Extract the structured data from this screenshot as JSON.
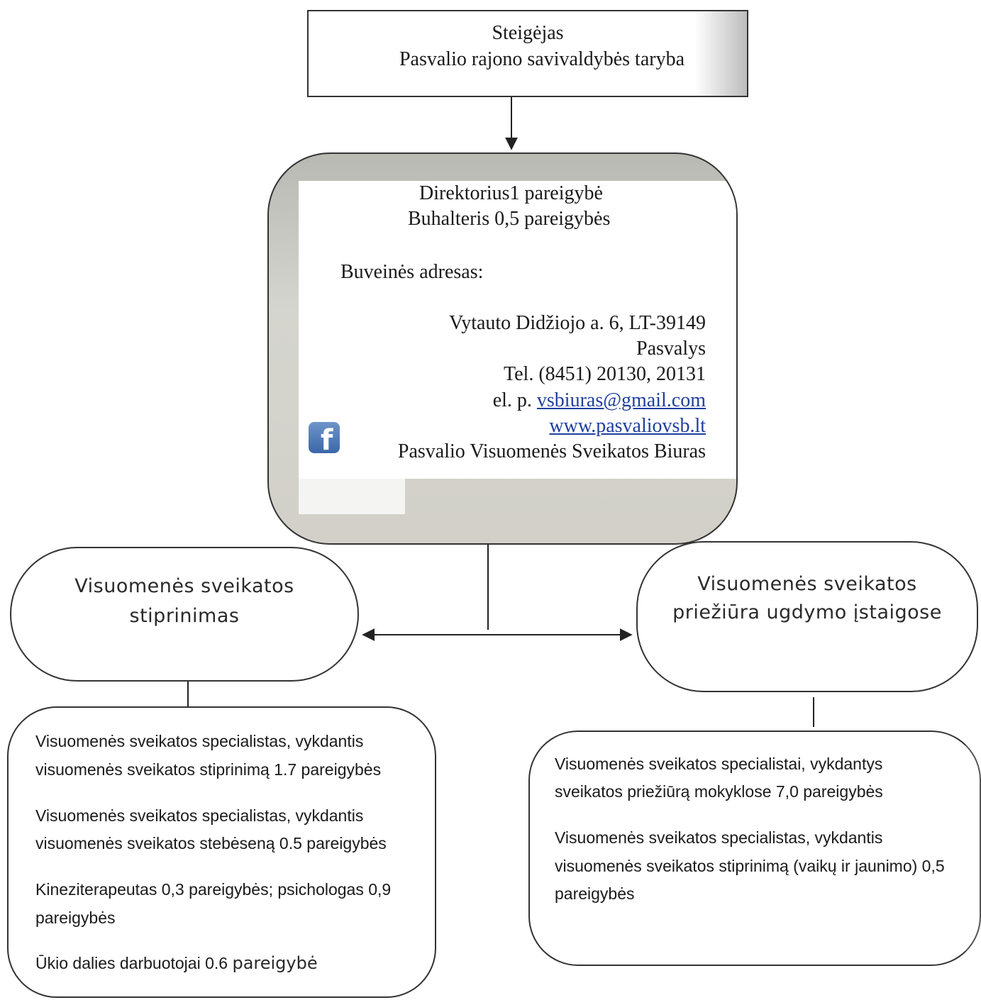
{
  "founder": {
    "title": "Steigėjas",
    "name": "Pasvalio rajono savivaldybės taryba"
  },
  "director_box": {
    "line1": "Direktorius1 pareigybė",
    "line2": "Buhalteris 0,5 pareigybės",
    "address_label": "Buveinės adresas:",
    "street": "Vytauto Didžiojo a. 6, LT-39149",
    "city": "Pasvalys",
    "phone": "Tel. (8451) 20130, 20131",
    "email_prefix": "el. p.",
    "email": "vsbiuras@gmail.com",
    "website": "www.pasvaliovsb.lt",
    "facebook_name": "Pasvalio Visuomenės Sveikatos Biuras",
    "facebook_icon": "facebook-icon",
    "link_color": "#1f3f9e"
  },
  "departments": {
    "left": {
      "line1": "Visuomenės sveikatos",
      "line2": "stiprinimas"
    },
    "right": {
      "line1": "Visuomenės sveikatos",
      "line2": "priežiūra ugdymo įstaigose"
    }
  },
  "staff_left": {
    "item1_line1": "Visuomenės sveikatos specialistas, vykdantis",
    "item1_line2": "visuomenės sveikatos stiprinimą 1.7 pareigybės",
    "item2_line1": "Visuomenės sveikatos specialistas, vykdantis",
    "item2_line2": "visuomenės sveikatos stebėseną 0.5 pareigybės",
    "item3_line1": "Kineziterapeutas 0,3 pareigybės; psichologas 0,9",
    "item3_line2": "pareigybės",
    "item4_line1": "Ūkio dalies darbuotojai 0.6",
    "item4_line1_tail": "pareigybė"
  },
  "staff_right": {
    "item1_line1": "Visuomenės sveikatos specialistai, vykdantys",
    "item1_line2": "sveikatos priežiūrą mokyklose 7,0 pareigybės",
    "item2_line1": "Visuomenės sveikatos specialistas, vykdantis",
    "item2_line2": "visuomenės sveikatos stiprinimą (vaikų ir jaunimo) 0,5",
    "item2_line3": "pareigybės"
  }
}
